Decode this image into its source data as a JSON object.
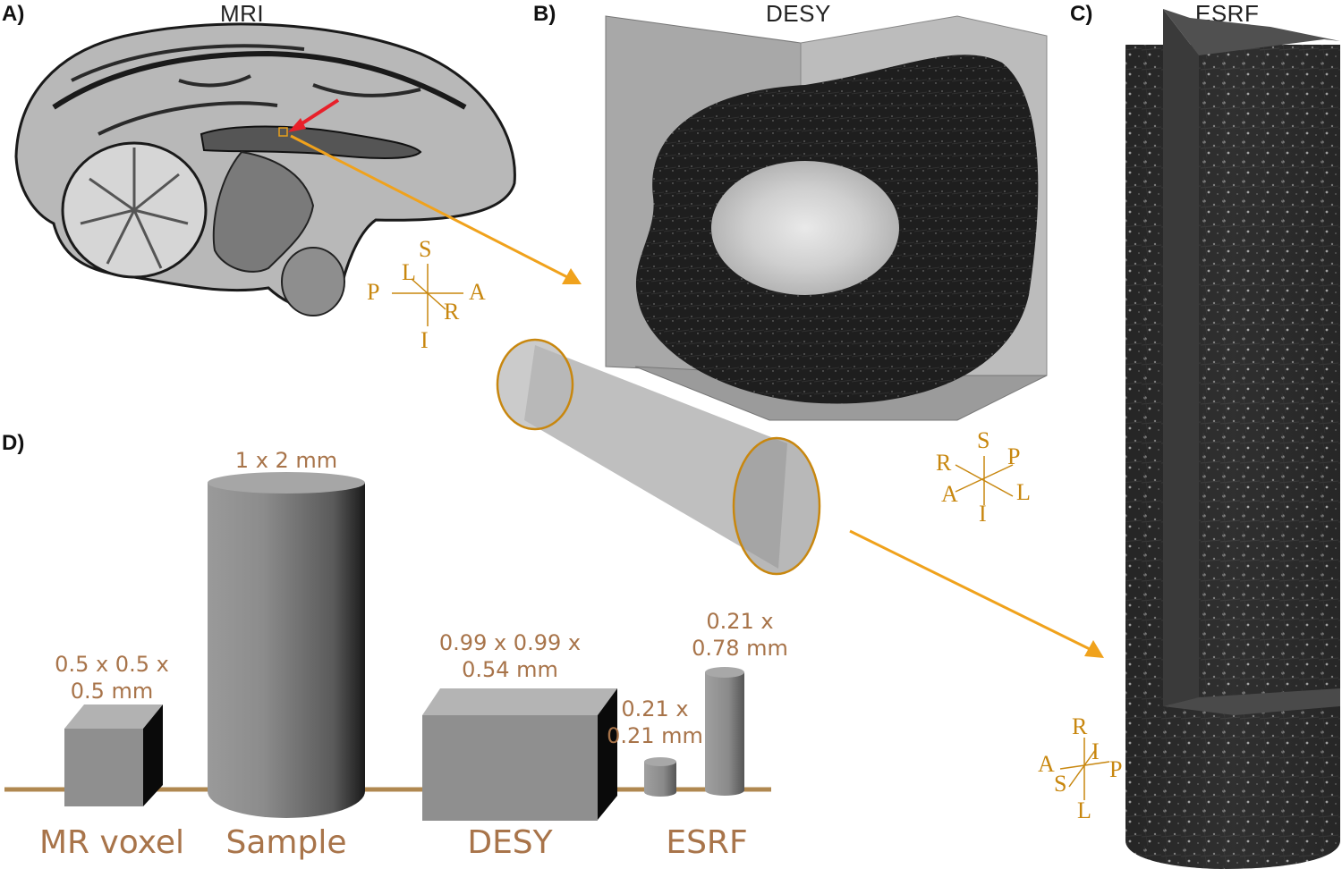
{
  "panels": {
    "a": {
      "letter": "A)",
      "title": "MRI"
    },
    "b": {
      "letter": "B)",
      "title": "DESY"
    },
    "c": {
      "letter": "C)",
      "title": "ESRF"
    },
    "d": {
      "letter": "D)"
    }
  },
  "orientation": {
    "mri": {
      "S": "S",
      "L": "L",
      "P": "P",
      "A": "A",
      "R": "R",
      "I": "I"
    },
    "desy": {
      "S": "S",
      "R": "R",
      "P": "P",
      "A": "A",
      "L": "L",
      "I": "I"
    },
    "esrf": {
      "R": "R",
      "I": "I",
      "A": "A",
      "P": "P",
      "S": "S",
      "L": "L"
    }
  },
  "size_comparison": {
    "items": [
      {
        "label": "MR voxel",
        "dims": [
          "0.5 x 0.5 x",
          "0.5 mm"
        ]
      },
      {
        "label": "Sample",
        "dims": [
          "1 x 2 mm"
        ]
      },
      {
        "label": "DESY",
        "dims": [
          "0.99 x 0.99 x",
          "0.54 mm"
        ]
      },
      {
        "label": "ESRF",
        "dims_small": [
          "0.21 x",
          "0.21 mm"
        ],
        "dims_tall": [
          "0.21 x",
          "0.78 mm"
        ]
      }
    ]
  },
  "colors": {
    "orientation_gold": "#c8870f",
    "arrow_orange": "#f0a21c",
    "marker_red": "#e8202a",
    "label_brown": "#a8744a",
    "baseline": "#b08850"
  }
}
